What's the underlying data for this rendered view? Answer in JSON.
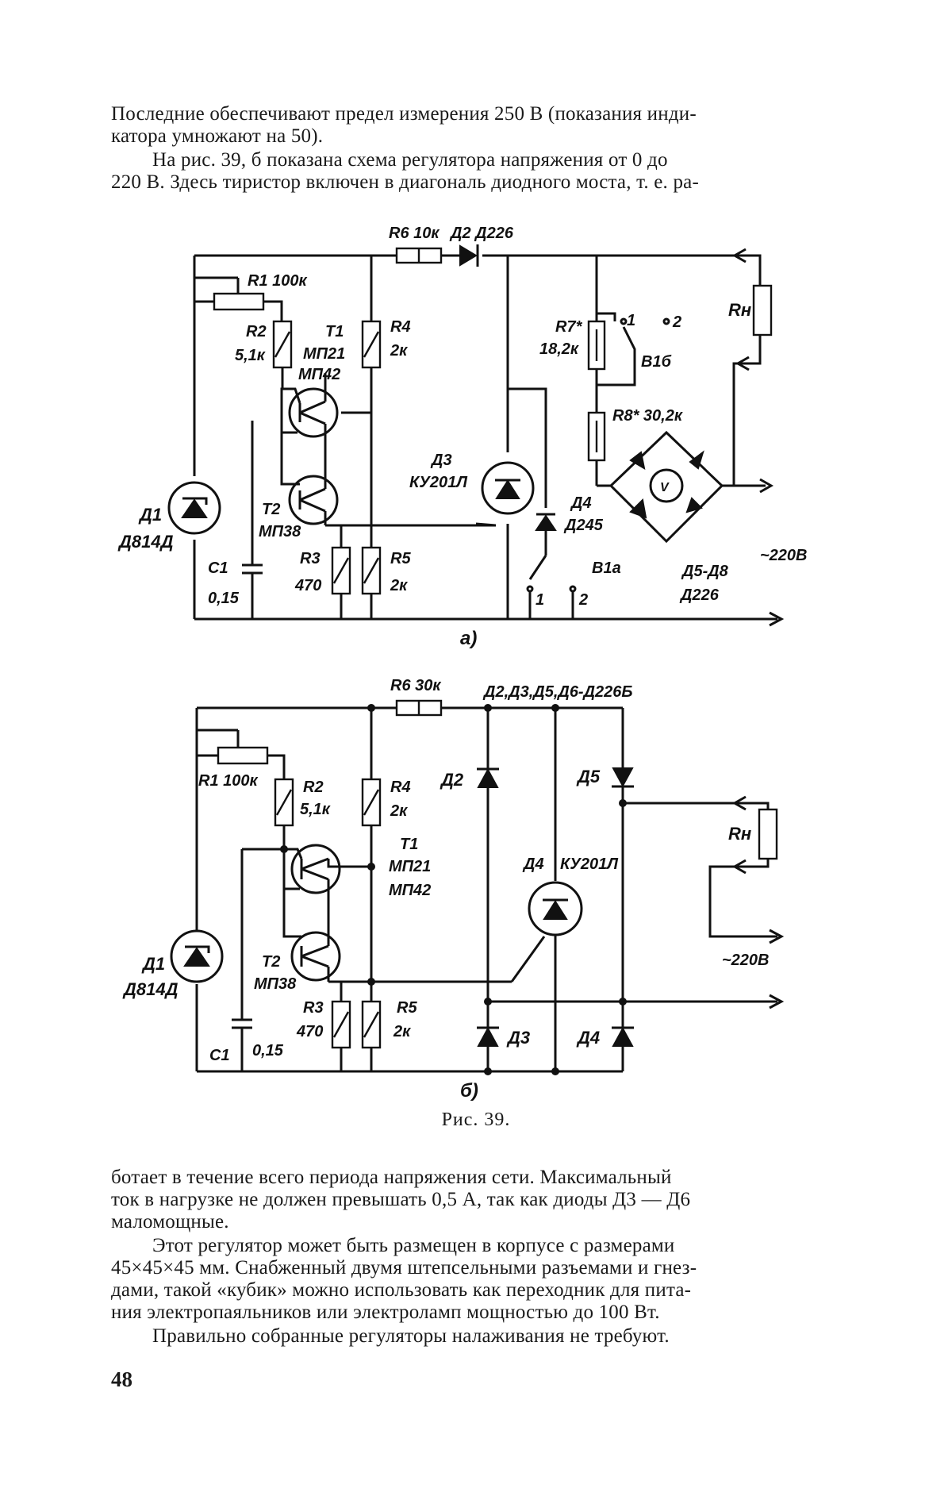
{
  "text_top": {
    "p1": [
      "Последние обеспечивают предел измерения 250 В (показания инди-",
      "катора умножают на 50)."
    ],
    "p2": [
      "На рис. 39, б показана схема регулятора напряжения от 0 до",
      "220 В. Здесь тиристор включен в диагональ диодного моста, т. е. ра-"
    ]
  },
  "diagram_a": {
    "label": "а)",
    "r6": "R6 10к",
    "d2": "Д2 Д226",
    "r1": "R1 100к",
    "r2_name": "R2",
    "r2_val": "5,1к",
    "t1_name": "T1",
    "t1_type1": "МП21",
    "t1_type2": "МП42",
    "r4_name": "R4",
    "r4_val": "2к",
    "r7_name": "R7*",
    "r7_val": "18,2к",
    "r8": "R8* 30,2к",
    "rn": "Rн",
    "d3_name": "Д3",
    "d3_type": "КУ201Л",
    "d4_name": "Д4",
    "d4_type": "Д245",
    "t2_name": "T2",
    "t2_type": "МП38",
    "d1_name": "Д1",
    "d1_type": "Д814Д",
    "c1_name": "C1",
    "c1_val": "0,15",
    "r3_name": "R3",
    "r3_val": "470",
    "r5_name": "R5",
    "r5_val": "2к",
    "v": "V",
    "b1a": "В1а",
    "b1b": "В1б",
    "sw1": "1",
    "sw2": "2",
    "d5d8_1": "Д5-Д8",
    "d5d8_2": "Д226",
    "mains": "~220В"
  },
  "diagram_b": {
    "label": "б)",
    "r6": "R6 30к",
    "diodes": "Д2,Д3,Д5,Д6-Д226Б",
    "r1": "R1 100к",
    "r2_name": "R2",
    "r2_val": "5,1к",
    "r4_name": "R4",
    "r4_val": "2к",
    "t1_name": "T1",
    "t1_type1": "МП21",
    "t1_type2": "МП42",
    "d2": "Д2",
    "d5": "Д5",
    "rn": "Rн",
    "d4_scr": "Д4",
    "scr_type": "КУ201Л",
    "d1_name": "Д1",
    "d1_type": "Д814Д",
    "t2_name": "T2",
    "t2_type": "МП38",
    "mains": "~220В",
    "r3_name": "R3",
    "r3_val": "470",
    "r5_name": "R5",
    "r5_val": "2к",
    "d3": "Д3",
    "d4": "Д4",
    "c1_name": "C1",
    "c1_val": "0,15"
  },
  "caption": "Рис. 39.",
  "text_bottom": {
    "p3": [
      "ботает в течение всего периода напряжения сети. Максимальный",
      "ток в нагрузке не должен превышать 0,5 А, так как диоды Д3 — Д6",
      "маломощные."
    ],
    "p4": [
      "Этот регулятор может быть размещен в корпусе с размерами",
      "45×45×45 мм. Снабженный двумя штепсельными разъемами и гнез-",
      "дами, такой «кубик» можно использовать как переходник для пита-",
      "ния электропаяльников или электроламп мощностью до 100 Вт."
    ],
    "p5": [
      "Правильно собранные регуляторы налаживания не требуют."
    ]
  },
  "page_number": "48"
}
